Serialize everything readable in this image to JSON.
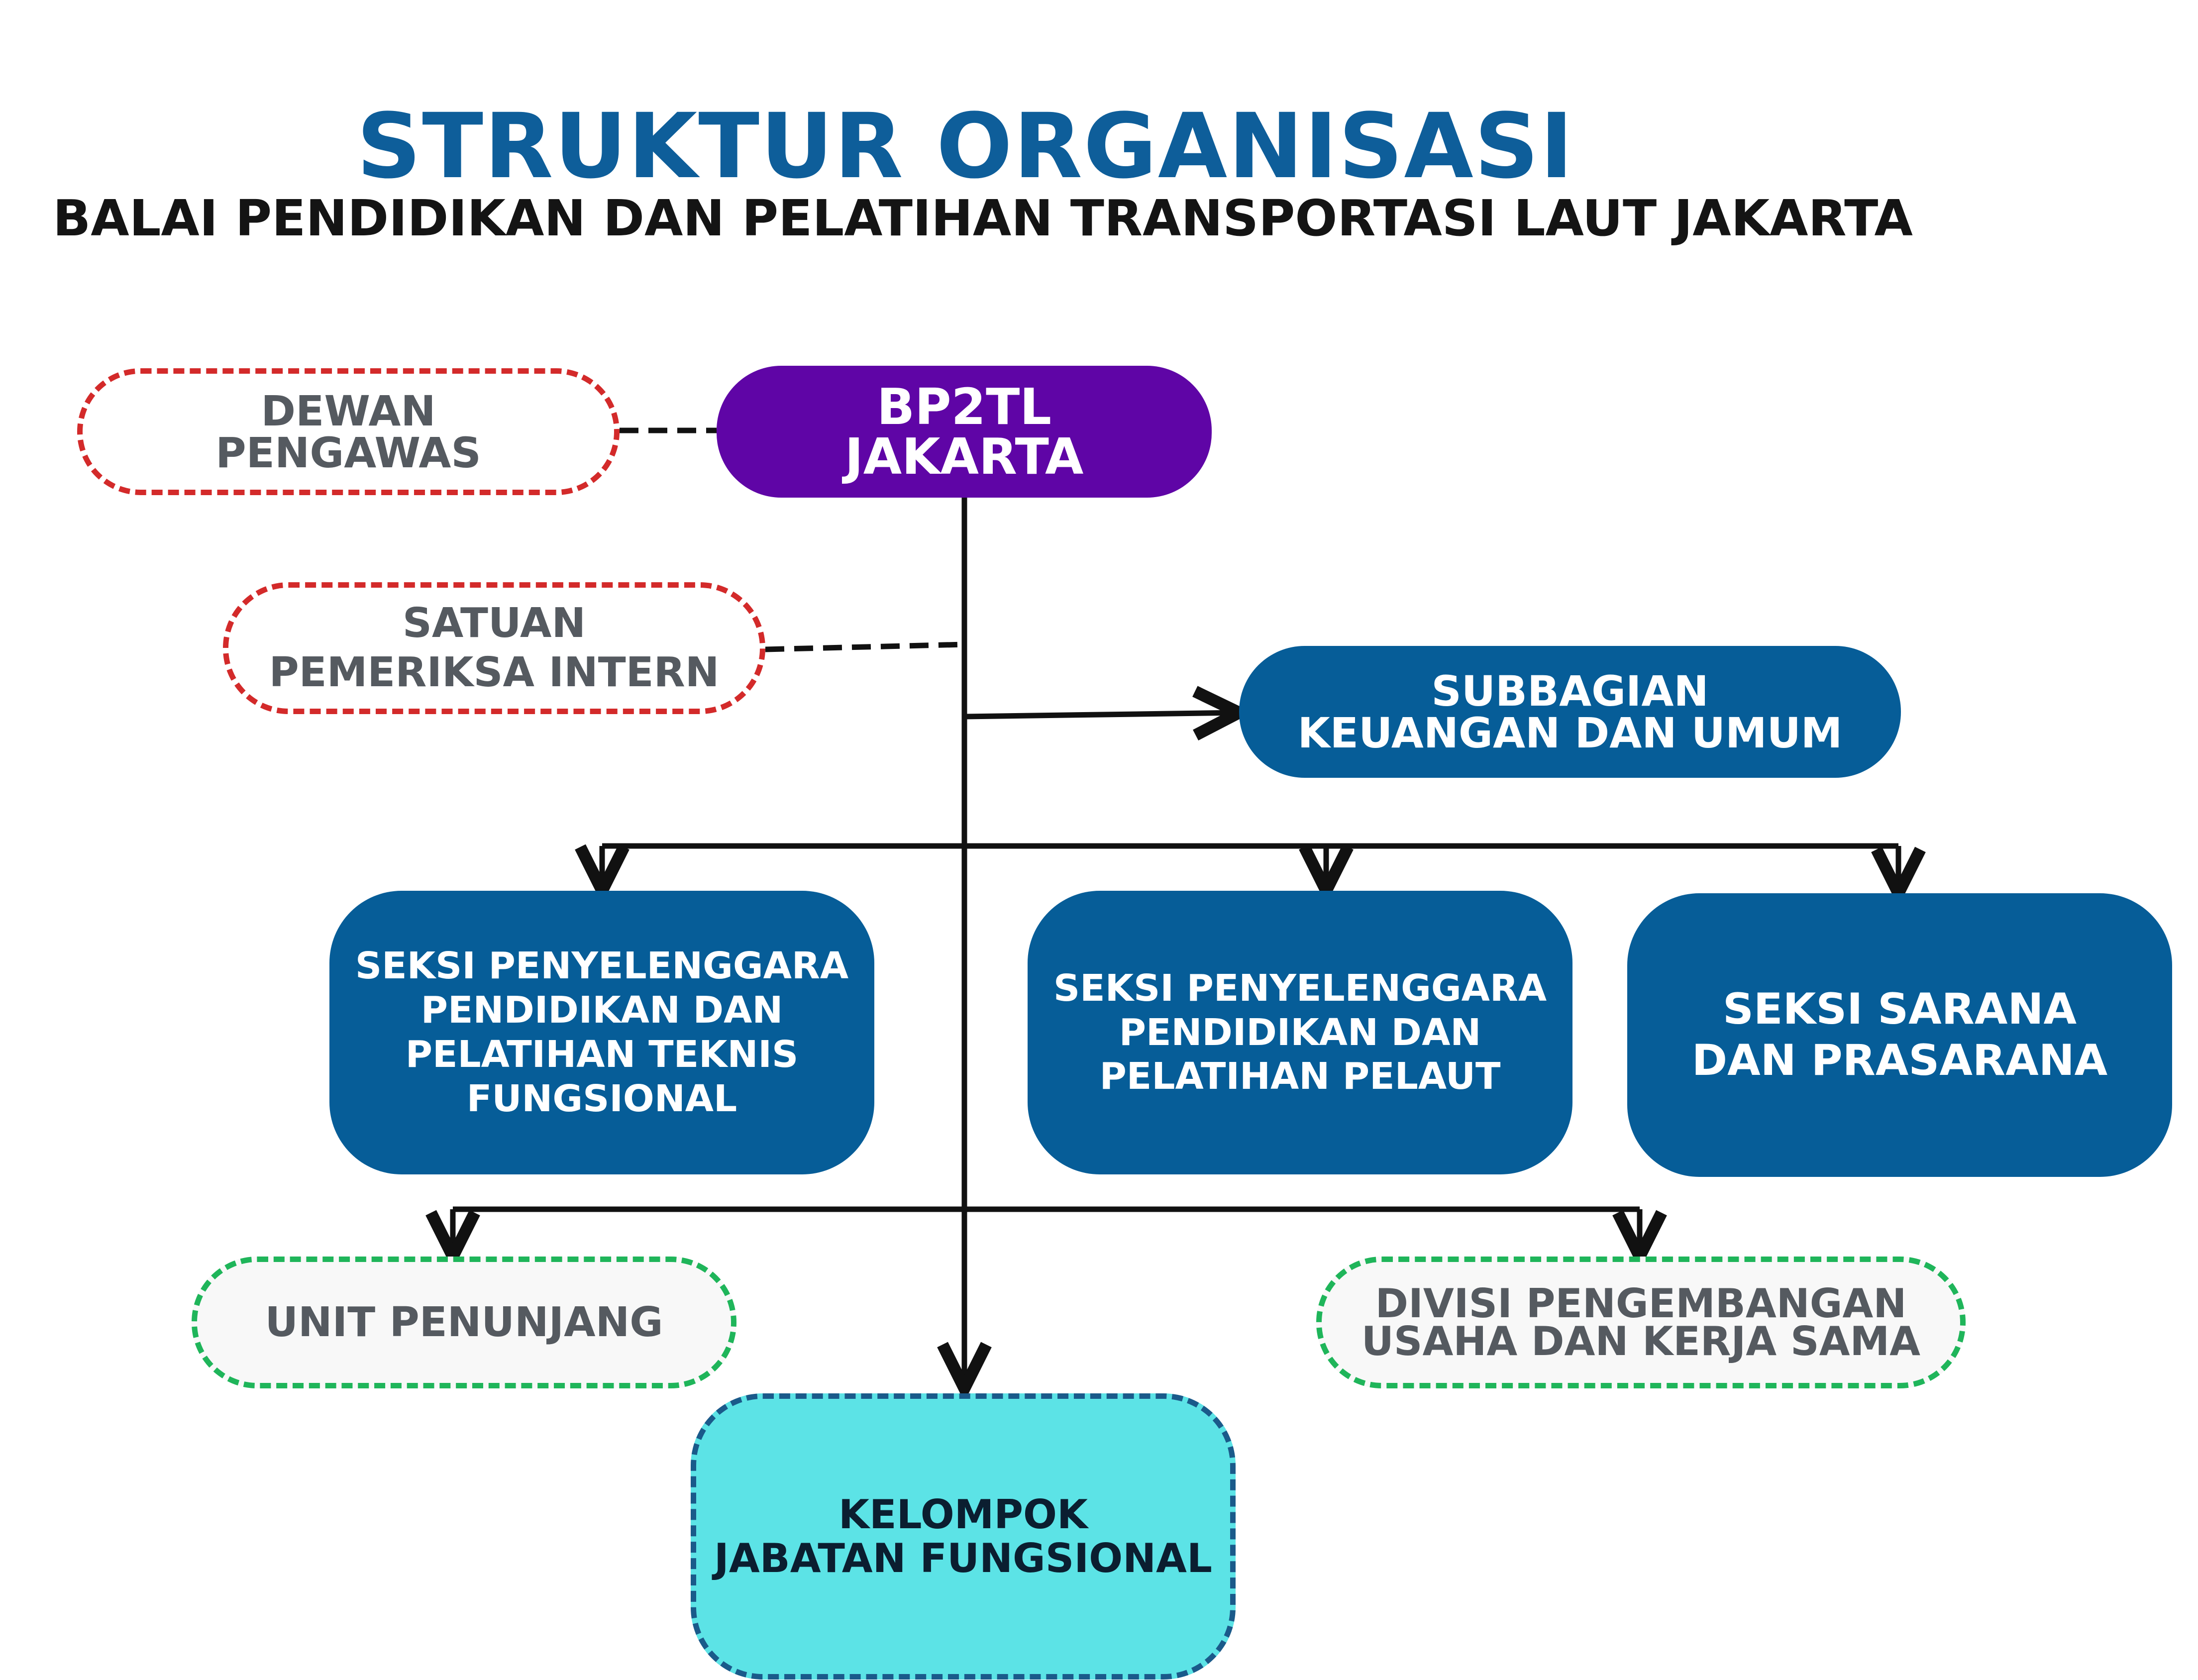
{
  "title": "STRUKTUR ORGANISASI",
  "subtitle": "BALAI PENDIDIKAN DAN PELATIHAN TRANSPORTASI LAUT JAKARTA",
  "nodes": {
    "root": "BP2TL\nJAKARTA",
    "dewan_pengawas": "DEWAN\nPENGAWAS",
    "satuan_pemeriksa": "SATUAN\nPEMERIKSA INTERN",
    "subbagian": "SUBBAGIAN\nKEUANGAN DAN UMUM",
    "seksi_teknis": "SEKSI PENYELENGGARA\nPENDIDIKAN DAN\nPELATIHAN TEKNIS\nFUNGSIONAL",
    "seksi_pelaut": "SEKSI PENYELENGGARA\nPENDIDIKAN DAN\nPELATIHAN PELAUT",
    "seksi_sarana": "SEKSI SARANA\nDAN PRASARANA",
    "unit_penunjang": "UNIT PENUNJANG",
    "divisi": "DIVISI PENGEMBANGAN\nUSAHA DAN KERJA SAMA",
    "kelompok": "KELOMPOK\nJABATAN FUNGSIONAL"
  },
  "colors": {
    "title": "#0e5e9a",
    "root_fill": "#5f05a6",
    "unit_fill": "#065d98",
    "dashed_red": "#d32a2a",
    "dashed_green": "#1fb55a",
    "kelompok_fill": "#5ce3e6",
    "connector": "#111111"
  }
}
